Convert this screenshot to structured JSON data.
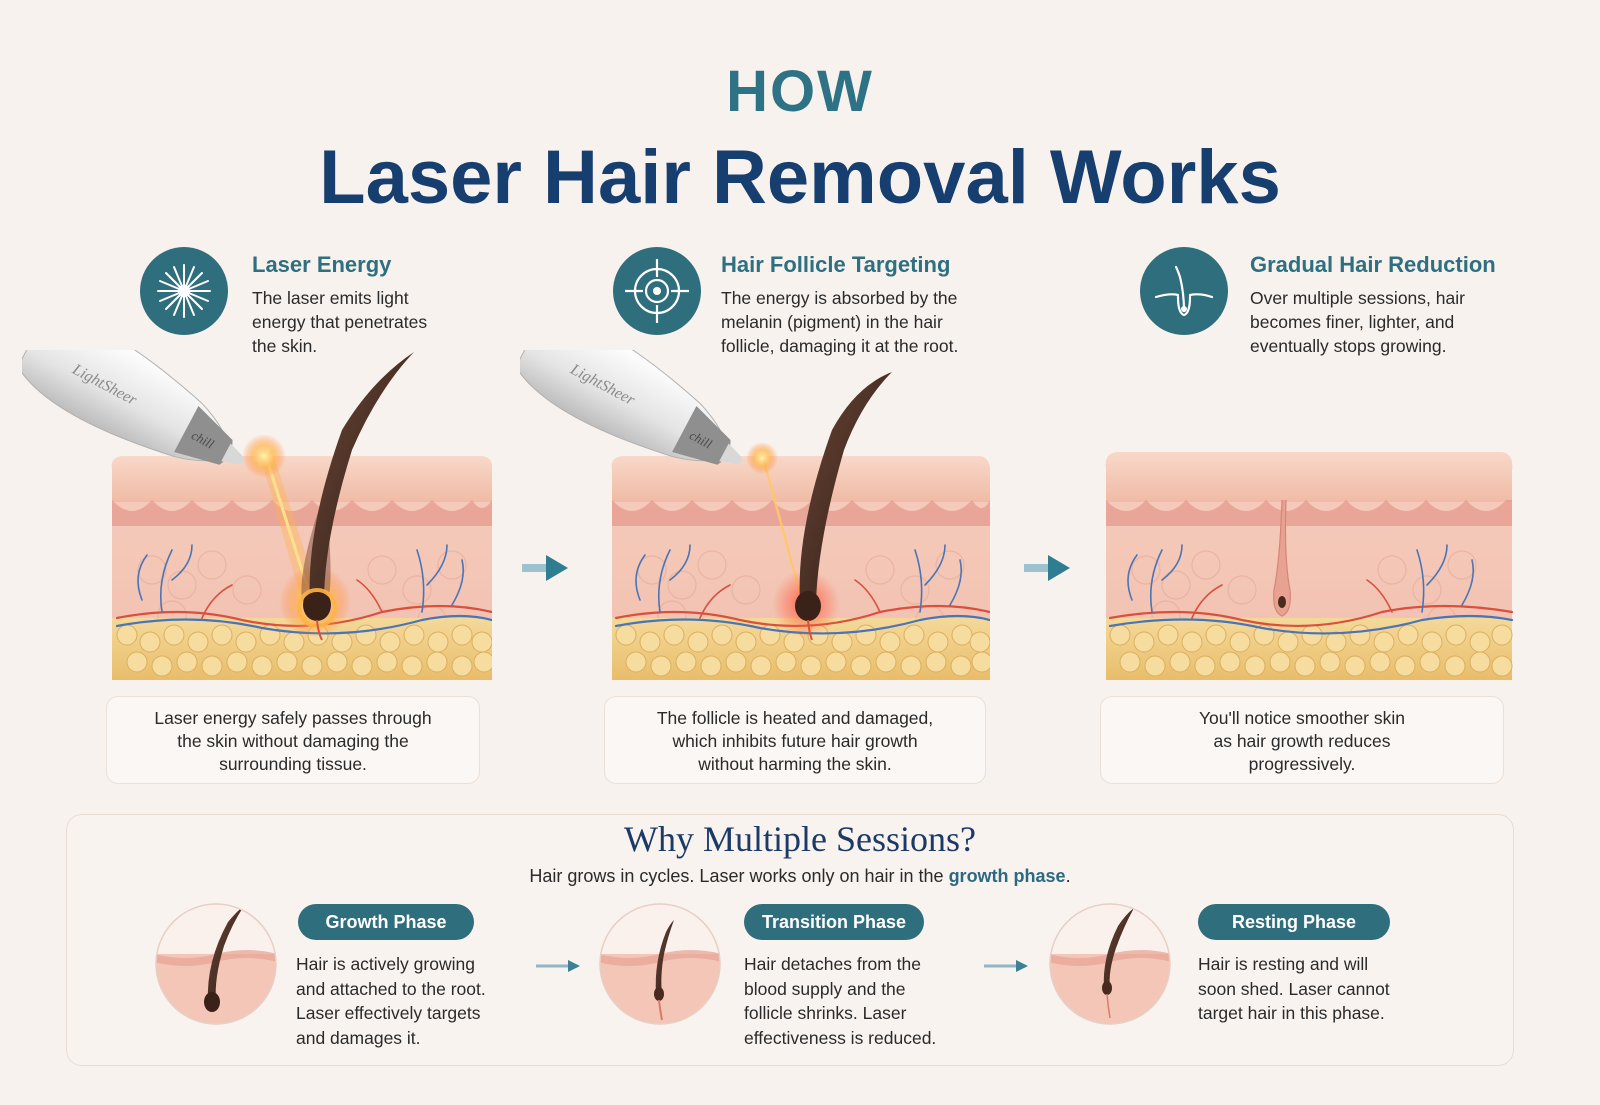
{
  "title": {
    "line1": "HOW",
    "line2": "Laser Hair Removal Works"
  },
  "steps": [
    {
      "icon": "starburst-icon",
      "heading": "Laser Energy",
      "description": [
        "The laser emits light",
        "energy that penetrates",
        "the skin."
      ],
      "device_brand": "LightSheer",
      "device_mark": "chill",
      "caption": [
        "Laser energy safely passes through",
        "the skin without damaging the",
        "surrounding tissue."
      ]
    },
    {
      "icon": "target-icon",
      "heading": "Hair Follicle Targeting",
      "description": [
        "The energy is absorbed by the",
        "melanin (pigment) in the hair",
        "follicle, damaging it at the root."
      ],
      "device_brand": "LightSheer",
      "device_mark": "chill",
      "caption": [
        "The follicle is heated and damaged,",
        "which inhibits future hair growth",
        "without harming the skin."
      ]
    },
    {
      "icon": "hair-follicle-icon",
      "heading": "Gradual Hair Reduction",
      "description": [
        "Over multiple sessions, hair",
        "becomes finer, lighter, and",
        "eventually stops growing."
      ],
      "caption": [
        "You'll notice smoother skin",
        "as hair growth reduces",
        "progressively."
      ]
    }
  ],
  "why": {
    "title": "Why Multiple Sessions?",
    "subtitle_pre": "Hair grows in cycles. Laser works only on hair in the ",
    "subtitle_highlight": "growth phase",
    "subtitle_post": ".",
    "phases": [
      {
        "label": "Growth Phase",
        "text": [
          "Hair is actively growing",
          "and attached to the root.",
          "Laser effectively targets",
          "and damages it."
        ]
      },
      {
        "label": "Transition Phase",
        "text": [
          "Hair detaches from the",
          "blood supply and the",
          "follicle shrinks. Laser",
          "effectiveness is reduced."
        ]
      },
      {
        "label": "Resting Phase",
        "text": [
          "Hair is resting and will",
          "soon shed. Laser cannot",
          "target hair in this phase."
        ]
      }
    ]
  },
  "colors": {
    "background": "#f8f2ee",
    "teal": "#2f6e7d",
    "navy": "#163e6e",
    "skin": "#f3c3b3",
    "fat": "#f1cf85"
  }
}
